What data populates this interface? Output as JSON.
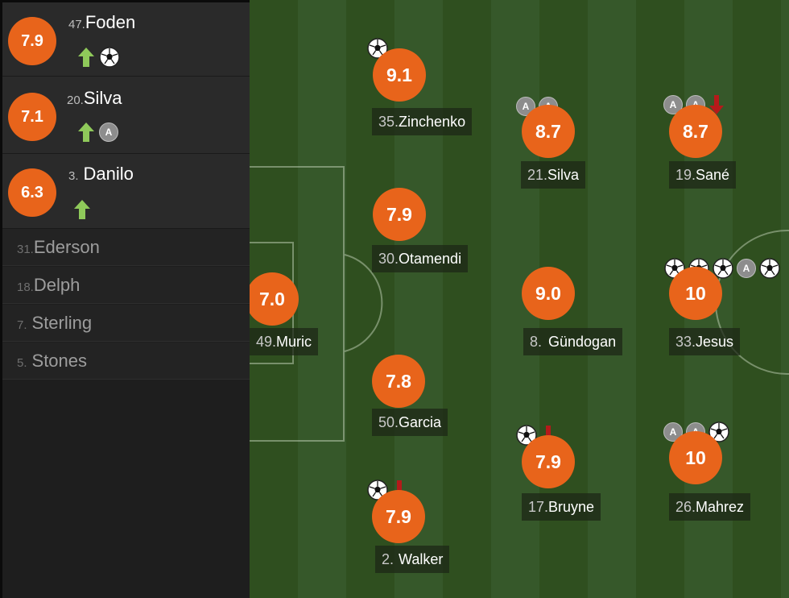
{
  "colors": {
    "rating": "#e8641b",
    "pitch_dark": "#2f4f1f",
    "pitch_light": "#36582a",
    "sub_in": "#8fc95a",
    "sub_out": "#b51a1a"
  },
  "substitutes": [
    {
      "rating": "7.9",
      "number": "47.",
      "name": "Foden",
      "icons": [
        "sub-in-icon",
        "ball-icon"
      ]
    },
    {
      "rating": "7.1",
      "number": "20.",
      "name": "Silva",
      "icons": [
        "sub-in-icon",
        "assist-icon"
      ]
    },
    {
      "rating": "6.3",
      "number": "3.",
      "name": "Danilo",
      "icons": [
        "sub-in-icon"
      ]
    }
  ],
  "bench": [
    {
      "number": "31.",
      "name": "Ederson"
    },
    {
      "number": "18.",
      "name": "Delph"
    },
    {
      "number": "7.",
      "name": "Sterling"
    },
    {
      "number": "5.",
      "name": "Stones"
    }
  ],
  "assist_letter": "A",
  "players": [
    {
      "rating": "7.0",
      "number": "49.",
      "name": "Muric"
    },
    {
      "rating": "9.1",
      "number": "35.",
      "name": "Zinchenko"
    },
    {
      "rating": "7.9",
      "number": "30.",
      "name": "Otamendi"
    },
    {
      "rating": "7.8",
      "number": "50.",
      "name": "Garcia"
    },
    {
      "rating": "7.9",
      "number": "2.",
      "name": "Walker"
    },
    {
      "rating": "8.7",
      "number": "21.",
      "name": "Silva"
    },
    {
      "rating": "9.0",
      "number": "8.",
      "name": "Gündogan"
    },
    {
      "rating": "7.9",
      "number": "17.",
      "name": "Bruyne"
    },
    {
      "rating": "8.7",
      "number": "19.",
      "name": "Sané"
    },
    {
      "rating": "10",
      "number": "33.",
      "name": "Jesus"
    },
    {
      "rating": "10",
      "number": "26.",
      "name": "Mahrez"
    }
  ]
}
